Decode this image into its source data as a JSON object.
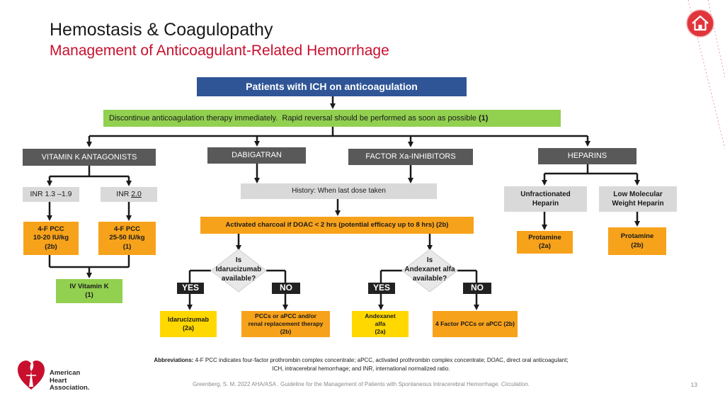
{
  "slide": {
    "title": "Hemostasis & Coagulopathy",
    "subtitle": "Management of Anticoagulant-Related Hemorrhage",
    "page_number": "13"
  },
  "colors": {
    "title_red": "#c8102e",
    "header_blue": "#2f5597",
    "green": "#92d050",
    "dark_gray": "#595959",
    "light_gray": "#d9d9d9",
    "orange": "#f7a21b",
    "yellow": "#ffd800",
    "home_red": "#e0353b",
    "heart_red": "#c8102e"
  },
  "icons": {
    "home": "home-icon",
    "logo": "aha-heart-torch-icon"
  },
  "flow": {
    "start": "Patients with ICH on anticoagulation",
    "discontinue": {
      "text": "Discontinue anticoagulation therapy immediately.  Rapid reversal should be performed as soon as possible ",
      "level": "(1)"
    },
    "categories": {
      "vka": "VITAMIN K ANTAGONISTS",
      "dabigatran": "DABIGATRAN",
      "xa": "FACTOR Xa-INHIBITORS",
      "heparins": "HEPARINS"
    },
    "inr_low": "INR 1.3 –1.9",
    "inr_high_prefix": "INR ",
    "inr_high_value": "2.0",
    "pcc_low": [
      "4-F PCC",
      "10-20 IU/kg",
      "(2b)"
    ],
    "pcc_high": [
      "4-F PCC",
      "25-50 IU/kg",
      "(1)"
    ],
    "vitk": [
      "IV Vitamin K",
      "(1)"
    ],
    "history": "History: When last dose taken",
    "charcoal": "Activated charcoal if DOAC < 2 hrs (potential efficacy up to 8 hrs) (2b)",
    "diamond_idarucizumab": [
      "Is",
      "Idarucizumab",
      "available?"
    ],
    "diamond_andexanet": [
      "Is",
      "Andexanet alfa",
      "available?"
    ],
    "yes": "YES",
    "no": "NO",
    "idarucizumab": [
      "Idarucizumab",
      "(2a)"
    ],
    "pccs_apcc": [
      "PCCs or aPCC and/or",
      "renal replacement therapy",
      "(2b)"
    ],
    "andexanet": [
      "Andexanet",
      "alfa",
      "(2a)"
    ],
    "four_factor": "4 Factor PCCs or aPCC (2b)",
    "unfractionated": [
      "Unfractionated",
      "Heparin"
    ],
    "lmwh": [
      "Low Molecular",
      "Weight Heparin"
    ],
    "protamine_2a": [
      "Protamine",
      "(2a)"
    ],
    "protamine_2b": [
      "Protamine",
      "(2b)"
    ]
  },
  "footer": {
    "abbr_label": "Abbreviations:",
    "abbr_line1": " 4-F PCC indicates four-factor prothrombin complex concentrate; aPCC, activated prothrombin complex concentrate; DOAC, direct oral anticoagulant;",
    "abbr_line2": "ICH, intracerebral hemorrhage; and  INR, international normalized ratio.",
    "citation_main": "Greenberg, S. M. 2022 AHA/ASA . Guideline for the Management of Patients with Spontaneous Intracerebral Hemorrhage. ",
    "citation_journal": "Circulation.",
    "logo_text": [
      "American",
      "Heart",
      "Association."
    ]
  }
}
